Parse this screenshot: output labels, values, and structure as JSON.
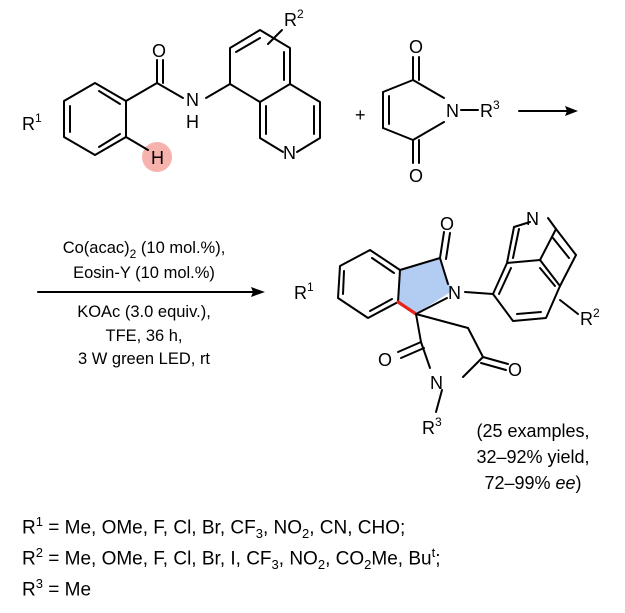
{
  "reactant1": {
    "r1": "R",
    "r1_sup": "1",
    "r2": "R",
    "r2_sup": "2",
    "o": "O",
    "n_amide": "N",
    "h_amide": "H",
    "n_quin": "N",
    "h_ch": "H",
    "highlight_color": "#f4a6a0"
  },
  "plus": "+",
  "reactant2": {
    "o_top": "O",
    "o_bottom": "O",
    "n": "N",
    "r3": "R",
    "r3_sup": "3"
  },
  "conditions": {
    "line1_main": "Co(acac)",
    "line1_sub": "2",
    "line1_rest": " (10 mol.%),",
    "line2": "Eosin-Y (10 mol.%)",
    "line3": "KOAc (3.0 equiv.),",
    "line4": "TFE, 36 h,",
    "line5": "3 W green LED, rt"
  },
  "product": {
    "o_top": "O",
    "n_lactam": "N",
    "n_quin": "N",
    "r1": "R",
    "r1_sup": "1",
    "r2": "R",
    "r2_sup": "2",
    "o_left": "O",
    "o_right": "O",
    "n_imide": "N",
    "r3": "R",
    "r3_sup": "3",
    "ring_fill": "#b3ccf2",
    "bond_color": "#e8231a"
  },
  "summary": {
    "line1": "(25 examples,",
    "line2": "32–92% yield,",
    "line3_num": "72–99% ",
    "line3_ee": "ee",
    "line3_end": ")"
  },
  "legend": {
    "r1_label": "R",
    "r1_sup": "1",
    "r1_values_a": " = Me, OMe, F, Cl, Br, CF",
    "r1_sub1": "3",
    "r1_values_b": ", NO",
    "r1_sub2": "2",
    "r1_values_c": ", CN, CHO;",
    "r2_label": "R",
    "r2_sup": "2",
    "r2_values_a": " = Me, OMe, F, Cl, Br, I, CF",
    "r2_sub1": "3",
    "r2_values_b": ", NO",
    "r2_sub2": "2",
    "r2_values_c": ", CO",
    "r2_sub3": "2",
    "r2_values_d": "Me, Bu",
    "r2_sup_t": "t",
    "r2_values_e": ";",
    "r3_label": "R",
    "r3_sup": "3",
    "r3_values": " = Me"
  }
}
